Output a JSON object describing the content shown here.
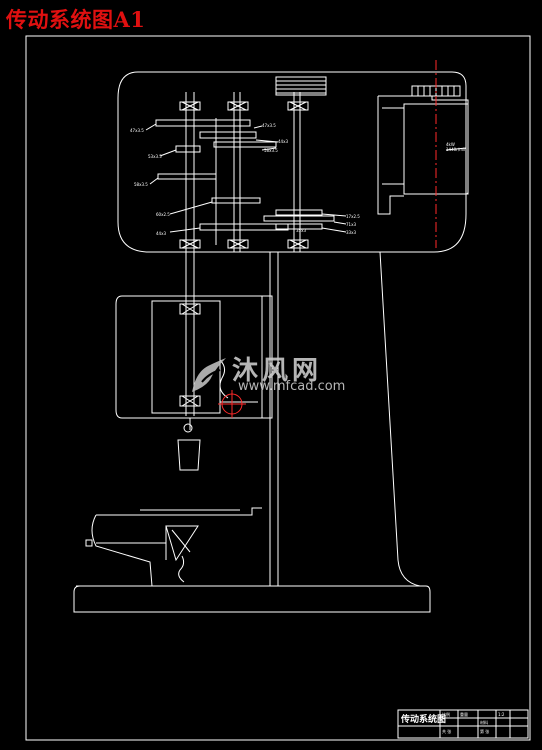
{
  "title": "传动系统图A1",
  "watermark": {
    "brand": "沐风网",
    "url": "www.mfcad.com"
  },
  "gear_labels": [
    {
      "text": "47x3.5"
    },
    {
      "text": "47x3.5"
    },
    {
      "text": "44x3"
    },
    {
      "text": "58x3.5"
    },
    {
      "text": "53x3.5"
    },
    {
      "text": "58x3.5"
    },
    {
      "text": "60x2.5"
    },
    {
      "text": "17x2.5"
    },
    {
      "text": "71x3"
    },
    {
      "text": "33x3"
    },
    {
      "text": "44x3"
    },
    {
      "text": "35x3"
    }
  ],
  "motor_label": "4kW\n1440r/min",
  "title_block": {
    "name": "传动系统图",
    "cells": [
      "比例",
      "重量",
      "1:2",
      "材料",
      "共 张",
      "第 张"
    ]
  },
  "colors": {
    "background": "#000000",
    "lines": "#ffffff",
    "title": "#e01010",
    "center_line": "#ff2a2a"
  }
}
